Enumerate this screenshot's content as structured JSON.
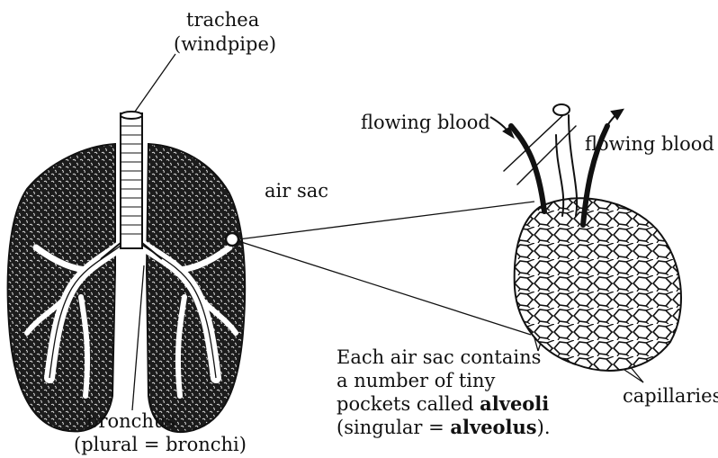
{
  "labels": {
    "trachea": "trachea",
    "windpipe": "(windpipe)",
    "air_sac": "air sac",
    "flowing_blood_in": "flowing blood",
    "flowing_blood_out": "flowing blood",
    "capillaries": "capillaries",
    "bronchus": "bronchus",
    "bronchi_plural": "(plural = bronchi)",
    "caption_line1": "Each air sac contains",
    "caption_line2": "a number of tiny",
    "caption_line3_pre": "pockets called ",
    "caption_line3_bold": "alveoli",
    "caption_line4_pre": "(singular = ",
    "caption_line4_bold": "alveolus",
    "caption_line4_post": ")."
  },
  "colors": {
    "ink": "#111111",
    "lung_fill": "#1a1a1a",
    "background": "#ffffff"
  }
}
